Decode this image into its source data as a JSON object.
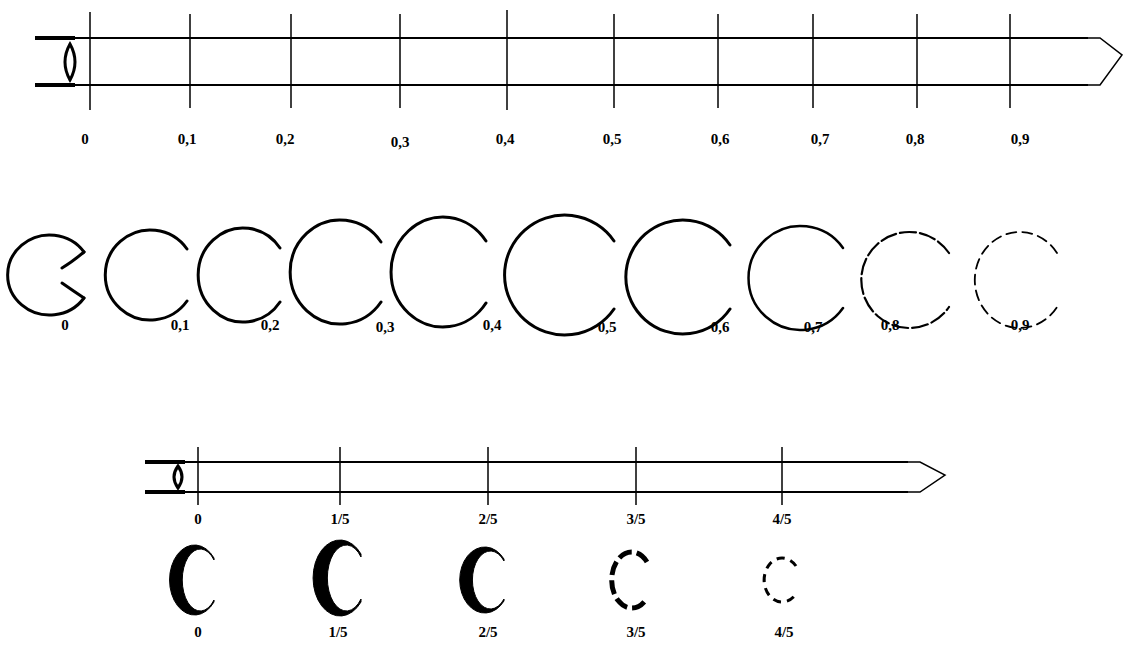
{
  "diagram": {
    "labels": [
      "0",
      "0,1",
      "0,2",
      "0,3",
      "0,4",
      "0,5",
      "0,6",
      "0,7",
      "0,8",
      "0,9",
      "0",
      "0,1",
      "0,2",
      "0,3",
      "0,4",
      "0,5",
      "0,6",
      "0,7",
      "0,8",
      "0,9",
      "0",
      "1/5",
      "2/5",
      "3/5",
      "4/5",
      "0",
      "1/5",
      "2/5",
      "3/5",
      "4/5"
    ]
  }
}
